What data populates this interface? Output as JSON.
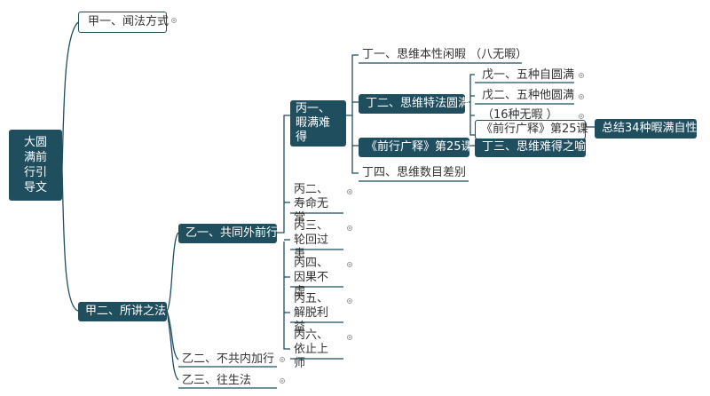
{
  "colors": {
    "node_fill": "#1f4e5f",
    "line": "#1f4e5f",
    "text": "#333333"
  },
  "root": {
    "label": "大圆满前行引导文"
  },
  "jia1": {
    "label": "甲一、闻法方式"
  },
  "jia2": {
    "label": "甲二、所讲之法"
  },
  "yi1": {
    "label": "乙一、共同外前行"
  },
  "yi2": {
    "label": "乙二、不共内加行"
  },
  "yi3": {
    "label": "乙三、往生法"
  },
  "bing1": {
    "label": "丙一、暇满难得"
  },
  "bing2": {
    "label": "丙二、寿命无常"
  },
  "bing3": {
    "label": "丙三、轮回过患"
  },
  "bing4": {
    "label": "丙四、因果不虚"
  },
  "bing5": {
    "label": "丙五、解脱利益"
  },
  "bing6": {
    "label": "丙六、依止上师"
  },
  "ding1": {
    "label": "丁一、思维本性闲暇 （八无暇）"
  },
  "ding2": {
    "label": "丁二、思维特法圆满"
  },
  "qianxing25a": {
    "label": "《前行广释》第25课"
  },
  "ding3": {
    "label": "丁三、思维难得之喻"
  },
  "ding4": {
    "label": "丁四、思维数目差别"
  },
  "wu1": {
    "label": "戊一、五种自圆满"
  },
  "wu2": {
    "label": "戊二、五种他圆满"
  },
  "wuxia16": {
    "label": "（16种无暇 ）"
  },
  "qianxing25b": {
    "label": "《前行广释》第25课"
  },
  "summary": {
    "label": "总结34种暇满自性"
  }
}
